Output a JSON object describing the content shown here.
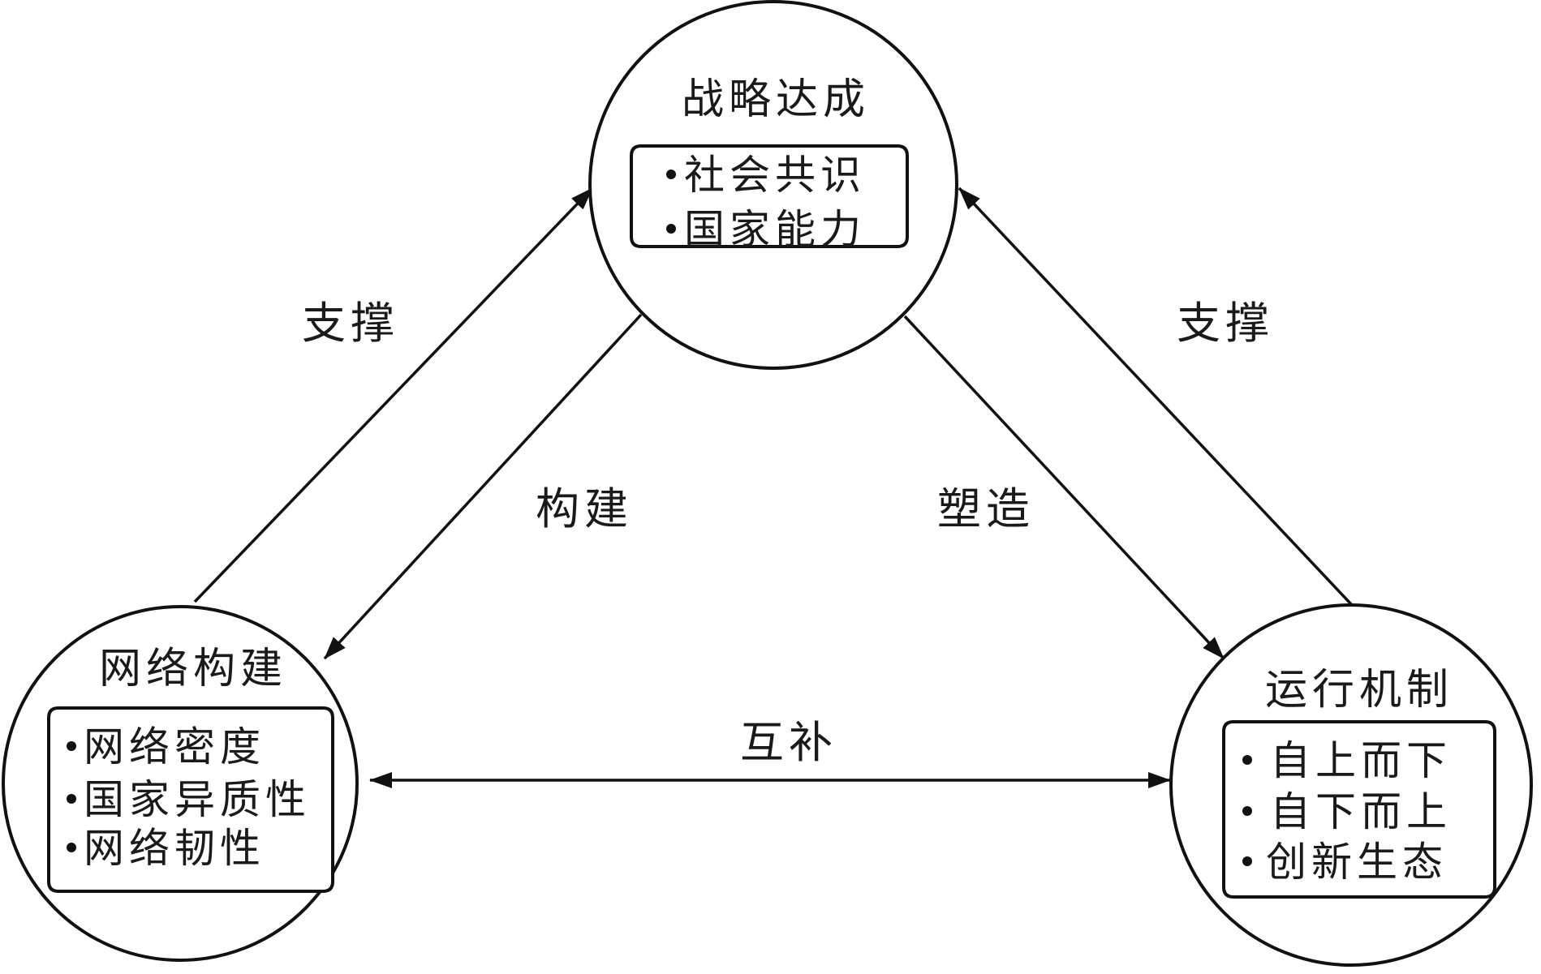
{
  "nodes": {
    "strategy": {
      "title": "战略达成",
      "items": [
        "社会共识",
        "国家能力"
      ]
    },
    "network": {
      "title": "网络构建",
      "items": [
        "网络密度",
        "国家异质性",
        "网络韧性"
      ]
    },
    "mechanism": {
      "title": "运行机制",
      "items": [
        "自上而下",
        "自下而上",
        "创新生态"
      ]
    }
  },
  "edges": {
    "network_to_strategy": "支撑",
    "mechanism_to_strategy": "支撑",
    "strategy_to_network": "构建",
    "strategy_to_mechanism": "塑造",
    "network_mechanism": "互补"
  },
  "colors": {
    "stroke": "#111111",
    "text": "#1a1a1a",
    "background": "#ffffff"
  }
}
